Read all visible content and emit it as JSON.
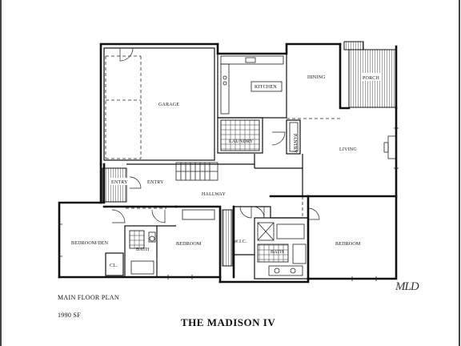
{
  "plan": {
    "title": "THE MADISON IV",
    "subtitle": "MAIN FLOOR PLAN",
    "area": "1990 SF",
    "logo": "MLD"
  },
  "rooms": {
    "garage": "GARAGE",
    "kitchen": "KITCHEN",
    "dining": "DINING",
    "porch": "PORCH",
    "laundry": "LAUNDRY",
    "pantry": "PANTRY",
    "living": "LIVING",
    "entry_left": "ENTRY",
    "entry_right": "ENTRY",
    "hallway": "HALLWAY",
    "bedroom_den": "BEDROOM/DEN",
    "bath_left": "BATH",
    "closet": "CL.",
    "bedroom_mid": "BEDROOM",
    "wic": "W.I.C.",
    "bath_right": "BATH",
    "bedroom_right": "BEDROOM"
  }
}
